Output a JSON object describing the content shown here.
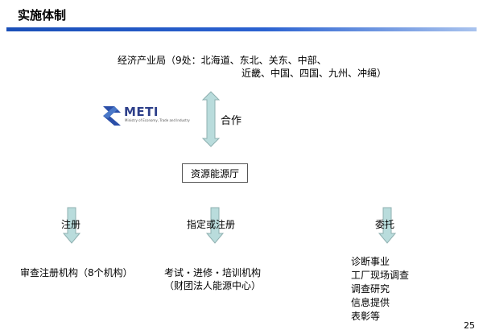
{
  "header": {
    "title": "实施体制"
  },
  "diagram": {
    "top_line1": "经济产业局（9处：北海道、东北、关东、中部、",
    "top_line2": "近畿、中国、四国、九州、冲绳）",
    "logo_text": "METI",
    "logo_sub": "Ministry of Economy, Trade and Industry",
    "cooperate_label": "合作",
    "center_box": "资源能源厅",
    "branches": [
      {
        "label": "注册",
        "target": "审查注册机构（8个机构）"
      },
      {
        "label": "指定或注册",
        "target_line1": "考试・进修・培训机构",
        "target_line2": "（财团法人能源中心）"
      },
      {
        "label": "委托",
        "targets": [
          "诊断事业",
          "工厂现场调查",
          "调查研究",
          "信息提供",
          "表彰等"
        ]
      }
    ]
  },
  "colors": {
    "arrow_fill": "#b9dcdc",
    "arrow_stroke": "#8fb0b0",
    "title_bar": "#1a4fb8"
  },
  "footer": {
    "page_number": "25"
  }
}
